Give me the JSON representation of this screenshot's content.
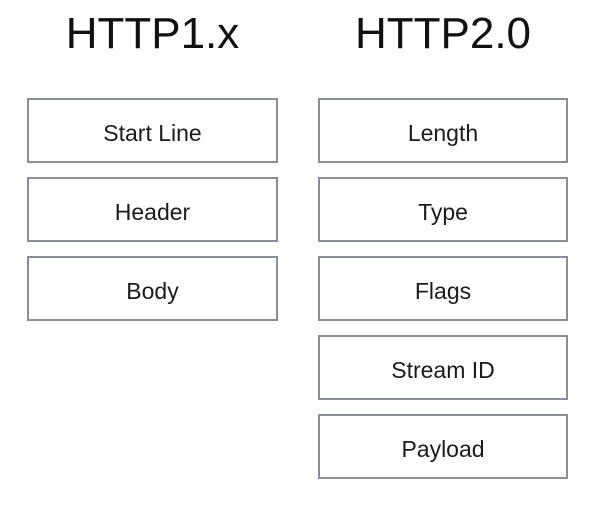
{
  "diagram": {
    "background_color": "#ffffff",
    "box_border_color": "#8a8e96",
    "text_color": "#1b1b1b",
    "columns": [
      {
        "id": "http1x",
        "title": "HTTP1.x",
        "fields": [
          {
            "label": "Start Line"
          },
          {
            "label": "Header"
          },
          {
            "label": "Body"
          }
        ]
      },
      {
        "id": "http2",
        "title": "HTTP2.0",
        "fields": [
          {
            "label": "Length"
          },
          {
            "label": "Type"
          },
          {
            "label": "Flags"
          },
          {
            "label": "Stream ID"
          },
          {
            "label": "Payload"
          }
        ]
      }
    ]
  }
}
